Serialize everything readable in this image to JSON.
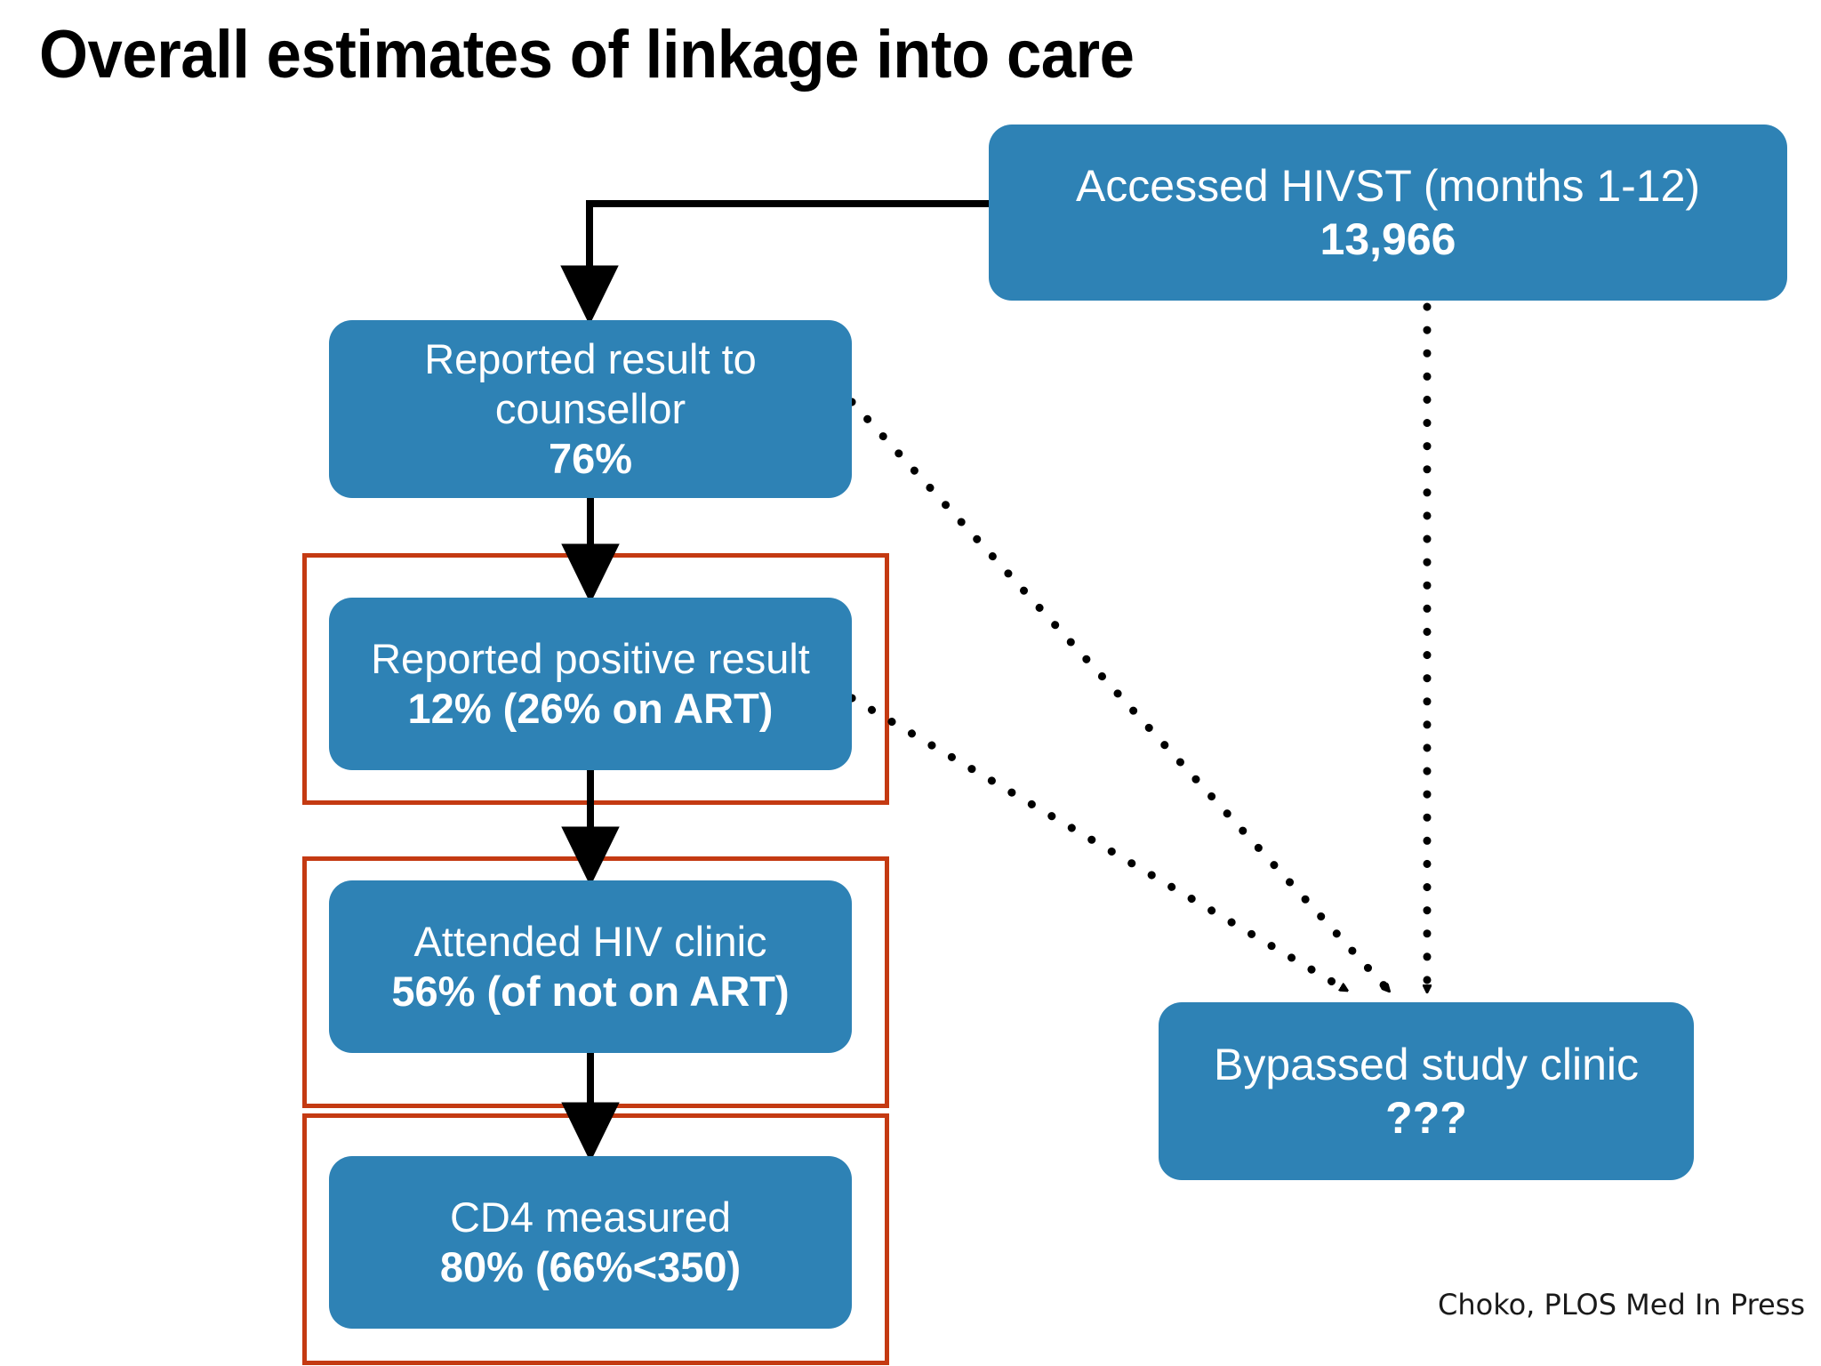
{
  "slide": {
    "title": "Overall estimates of linkage into care",
    "footer": "Choko, PLOS Med In Press",
    "background_color": "#ffffff",
    "node_fill_color": "#2e82b5",
    "node_text_color": "#ffffff",
    "highlight_border_color": "#c43a12",
    "connector_color": "#000000"
  },
  "nodes": {
    "hivst": {
      "line1": "Accessed HIVST (months 1-12)",
      "line2": "13,966"
    },
    "reported_result": {
      "line1": "Reported result to counsellor",
      "line2": "76%"
    },
    "reported_positive": {
      "line1": "Reported positive result",
      "line2": "12% (26% on ART)"
    },
    "attended_clinic": {
      "line1": "Attended HIV clinic",
      "line2": "56% (of not on ART)"
    },
    "cd4_measured": {
      "line1": "CD4 measured",
      "line2": "80% (66%<350)"
    },
    "bypassed_clinic": {
      "line1": "Bypassed study clinic",
      "line2": "???"
    }
  },
  "chart_data": {
    "type": "diagram",
    "title": "Overall estimates of linkage into care",
    "diagram_kind": "flowchart",
    "steps": [
      {
        "id": "hivst",
        "label": "Accessed HIVST (months 1-12)",
        "value": "13,966",
        "numeric": 13966,
        "unit": "count"
      },
      {
        "id": "reported_result",
        "label": "Reported result to counsellor",
        "value": "76%",
        "numeric": 76,
        "unit": "percent"
      },
      {
        "id": "reported_positive",
        "label": "Reported positive result",
        "value": "12% (26% on ART)",
        "numeric": 12,
        "unit": "percent",
        "sub_numeric": 26,
        "sub_label": "on ART"
      },
      {
        "id": "attended_clinic",
        "label": "Attended HIV clinic",
        "value": "56% (of not on ART)",
        "numeric": 56,
        "unit": "percent",
        "sub_label": "of not on ART"
      },
      {
        "id": "cd4_measured",
        "label": "CD4 measured",
        "value": "80% (66%<350)",
        "numeric": 80,
        "unit": "percent",
        "sub_numeric": 66,
        "sub_label": "<350"
      },
      {
        "id": "bypassed_clinic",
        "label": "Bypassed study clinic",
        "value": "???",
        "numeric": null,
        "unit": "unknown"
      }
    ],
    "edges": [
      {
        "from": "hivst",
        "to": "reported_result",
        "style": "solid"
      },
      {
        "from": "reported_result",
        "to": "reported_positive",
        "style": "solid"
      },
      {
        "from": "reported_positive",
        "to": "attended_clinic",
        "style": "solid"
      },
      {
        "from": "attended_clinic",
        "to": "cd4_measured",
        "style": "solid"
      },
      {
        "from": "hivst",
        "to": "bypassed_clinic",
        "style": "dotted"
      },
      {
        "from": "reported_result",
        "to": "bypassed_clinic",
        "style": "dotted"
      },
      {
        "from": "reported_positive",
        "to": "bypassed_clinic",
        "style": "dotted"
      }
    ],
    "highlighted_steps": [
      "reported_positive",
      "attended_clinic",
      "cd4_measured"
    ],
    "source_note": "Choko, PLOS Med In Press"
  }
}
